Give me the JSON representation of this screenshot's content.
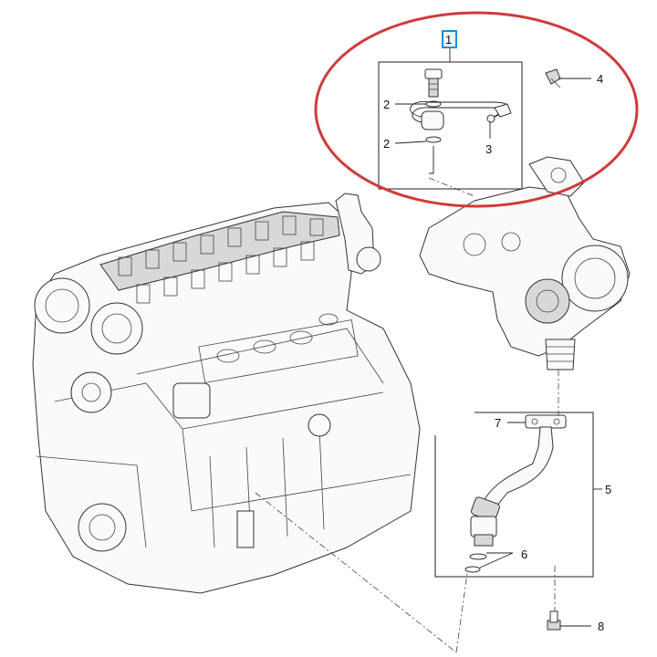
{
  "callouts": {
    "c1": "1",
    "c2a": "2",
    "c2b": "2",
    "c3": "3",
    "c4": "4",
    "c5": "5",
    "c6": "6",
    "c7": "7",
    "c8": "8"
  },
  "highlight": {
    "ellipse_color": "#d03a3a",
    "callout_box_color": "#1a8fd6"
  }
}
